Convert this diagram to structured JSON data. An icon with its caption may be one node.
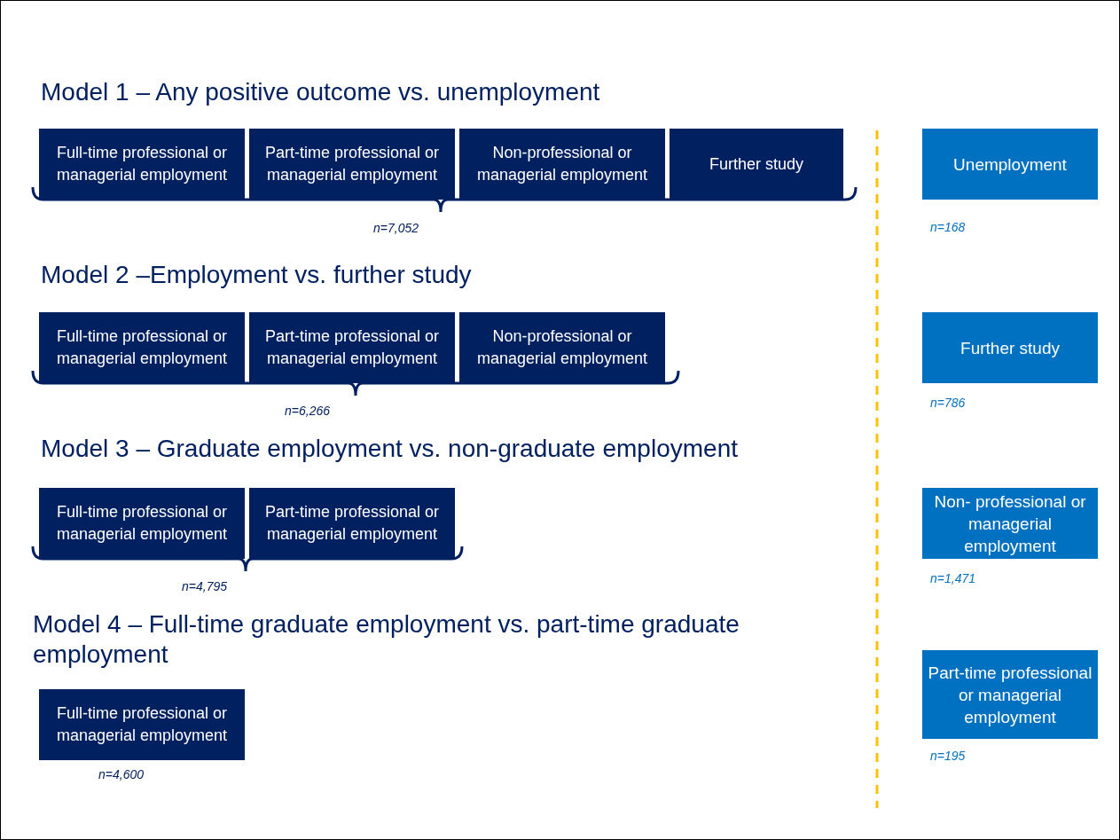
{
  "diagram": {
    "nodes": [
      {
        "text": [
          "Full-time professional or managerial employment"
        ]
      },
      {
        "text": [
          "Part-time professional or managerial employment"
        ]
      },
      {
        "text": [
          "Non-professional or managerial employment"
        ]
      },
      {
        "text": [
          "Further study"
        ]
      },
      {
        "text": [
          "Unemployment"
        ],
        "beside": [
          "n=168"
        ]
      },
      {
        "text": [
          "Full-time professional or managerial employment"
        ]
      },
      {
        "text": [
          "Part-time professional or managerial employment"
        ]
      },
      {
        "text": [
          "Non-professional or managerial employment"
        ]
      },
      {
        "text": [
          "Further study"
        ],
        "beside": [
          "n=786"
        ]
      },
      {
        "text": [
          "Full-time professional or managerial employment"
        ]
      },
      {
        "text": [
          "Part-time professional or managerial employment"
        ]
      },
      {
        "text": [
          "Non- professional or managerial employment"
        ],
        "beside": [
          "n=1,471"
        ]
      },
      {
        "text": [
          "Full-time professional or managerial employment"
        ],
        "beside": [
          "n=4,600"
        ]
      },
      {
        "text": [
          "Part-time professional or managerial employment"
        ],
        "beside": [
          "n=195"
        ]
      }
    ],
    "edges": [],
    "labels": [
      "Model 1 – Any positive outcome vs. unemployment",
      "n=7,052",
      "Model 2 –Employment vs. further study",
      "n=6,266",
      "Model 3 – Graduate employment vs. non-graduate employment",
      "n=4,795",
      "Model 4 – Full-time graduate employment vs. part-time graduate employment"
    ]
  }
}
